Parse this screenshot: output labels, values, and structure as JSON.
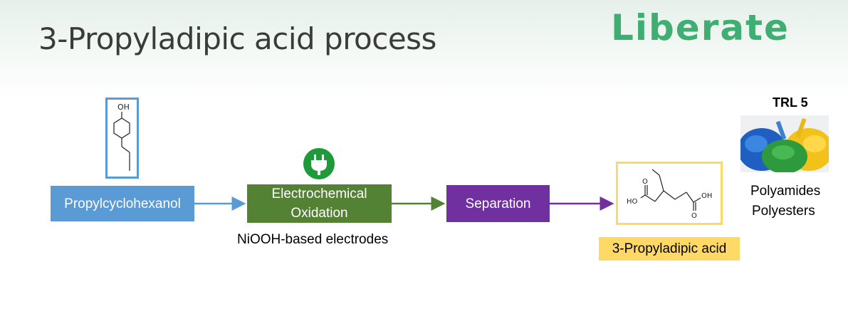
{
  "slide": {
    "title": "3-Propyladipic acid process",
    "logo": "Liberate"
  },
  "process": {
    "feedstock": "Propylcyclohexanol",
    "step1_line1": "Electrochemical",
    "step1_line2": "Oxidation",
    "step1_note": "NiOOH-based electrodes",
    "step2": "Separation",
    "product": "3-Propyladipic acid"
  },
  "structures": {
    "feed_group": "OH",
    "product_left_group": "HO",
    "product_right_group": "OH",
    "product_o_left": "O",
    "product_o_right": "O"
  },
  "applications": {
    "trl": "TRL 5",
    "items": [
      "Polyamides",
      "Polyesters"
    ]
  },
  "colors": {
    "feed_blue": "#5b9bd5",
    "oxidation_green": "#548235",
    "separation_purple": "#7030a0",
    "product_yellow": "#ffd966",
    "logo_green": "#3fae72"
  },
  "icons": {
    "power": "power-plug-icon",
    "materials": "plastic-pellets-image"
  }
}
